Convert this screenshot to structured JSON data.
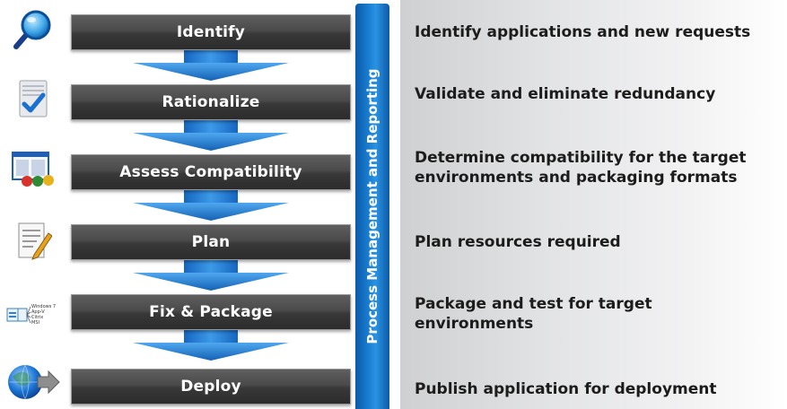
{
  "sidebar_label": "Process Management and Reporting",
  "steps": [
    {
      "label": "Identify",
      "description": "Identify applications and new requests",
      "icon": "magnifier-icon"
    },
    {
      "label": "Rationalize",
      "description": "Validate and eliminate redundancy",
      "icon": "checklist-icon"
    },
    {
      "label": "Assess Compatibility",
      "description": "Determine compatibility for the target environments and packaging formats",
      "icon": "compatibility-window-icon"
    },
    {
      "label": "Plan",
      "description": "Plan resources required",
      "icon": "document-pencil-icon"
    },
    {
      "label": "Fix & Package",
      "description": "Package and test for target environments",
      "icon": "package-formats-icon"
    },
    {
      "label": "Deploy",
      "description": "Publish application for deployment",
      "icon": "globe-arrow-icon"
    }
  ],
  "package_icon_text": [
    "Windows 7",
    "App-V",
    "Citrix",
    "MSI"
  ],
  "colors": {
    "step_box": "#3a3a3a",
    "bar_blue": "#1a7fd2",
    "connector_blue": "#1f7bd0"
  }
}
